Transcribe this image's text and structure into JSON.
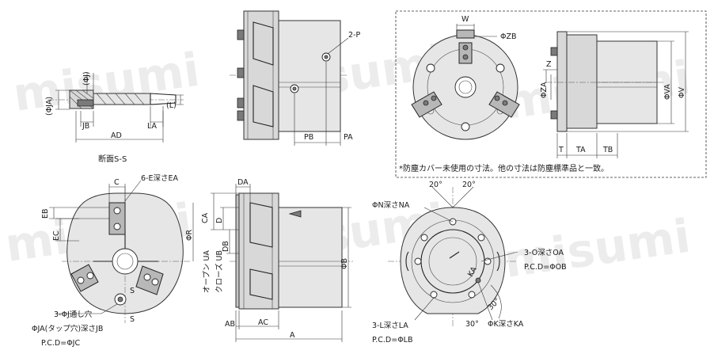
{
  "watermark": "misumi",
  "section_view": {
    "caption": "断面S-S",
    "labels": {
      "phi_ja": "(ΦJA)",
      "phi_j": "(ΦJ)",
      "l": "(L)",
      "jb": "JB",
      "la": "LA",
      "ad": "AD"
    }
  },
  "side_view": {
    "labels": {
      "two_p": "2-P",
      "pb": "PB",
      "pa": "PA"
    }
  },
  "cover_view": {
    "labels": {
      "w": "W",
      "phi_zb": "ΦZB",
      "z": "Z",
      "phi_za": "ΦZA",
      "phi_va": "ΦVA",
      "phi_v": "ΦV",
      "t": "T",
      "ta": "TA",
      "tb": "TB"
    },
    "note": "*防塵カバー未使用の寸法。他の寸法は防塵標準品と一致。"
  },
  "front_view": {
    "labels": {
      "c": "C",
      "six_e": "6-E深さEA",
      "eb": "EB",
      "ec": "EC",
      "s_upper": "S",
      "s_lower": "S",
      "hole_line1": "3-ΦJ通し穴",
      "hole_line2": "ΦJA(タップ穴)深さJB",
      "hole_line3": "P.C.D=ΦJC"
    }
  },
  "profile_view": {
    "labels": {
      "da": "DA",
      "ca": "CA",
      "d": "D",
      "phi_r": "ΦR",
      "db": "DB",
      "open_ua": "オープン UA",
      "close_ub": "クローズ UB",
      "phi_b": "ΦB",
      "ab": "AB",
      "ac": "AC",
      "a": "A"
    }
  },
  "back_view": {
    "labels": {
      "angle_left": "20°",
      "angle_right": "20°",
      "phi_n": "ΦN深さNA",
      "ka": "KA",
      "o_line1": "3-O深さOA",
      "o_line2": "P.C.D=ΦOB",
      "angle_30a": "30°",
      "angle_30b": "30°",
      "l_line1": "3-L深さLA",
      "l_line2": "P.C.D=ΦLB",
      "phi_k": "ΦK深さKA"
    }
  }
}
